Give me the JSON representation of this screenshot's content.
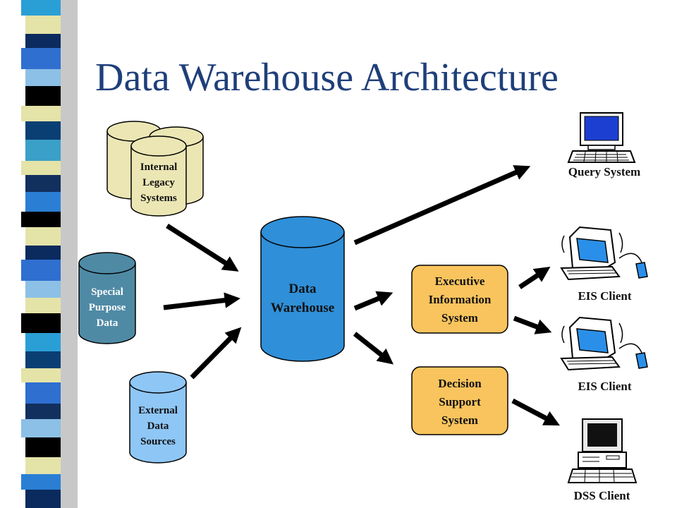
{
  "title": "Data Warehouse Architecture",
  "sources": {
    "internal": [
      "Internal",
      "Legacy",
      "Systems"
    ],
    "special": [
      "Special",
      "Purpose",
      "Data"
    ],
    "external": [
      "External",
      "Data",
      "Sources"
    ]
  },
  "warehouse": [
    "Data",
    "Warehouse"
  ],
  "systems": {
    "eis": [
      "Executive",
      "Information",
      "System"
    ],
    "dss": [
      "Decision",
      "Support",
      "System"
    ]
  },
  "clients": {
    "query": "Query System",
    "eis1": "EIS Client",
    "eis2": "EIS Client",
    "dss": "DSS Client"
  },
  "colors": {
    "title": "#1f3f7a",
    "legacy_cylinder": "#ebe6b4",
    "special_cylinder": "#4f8aa5",
    "external_cylinder": "#8ec6f5",
    "warehouse_cylinder": "#2f8fd8",
    "system_box": "#f9c45d",
    "arrow": "#000000"
  }
}
